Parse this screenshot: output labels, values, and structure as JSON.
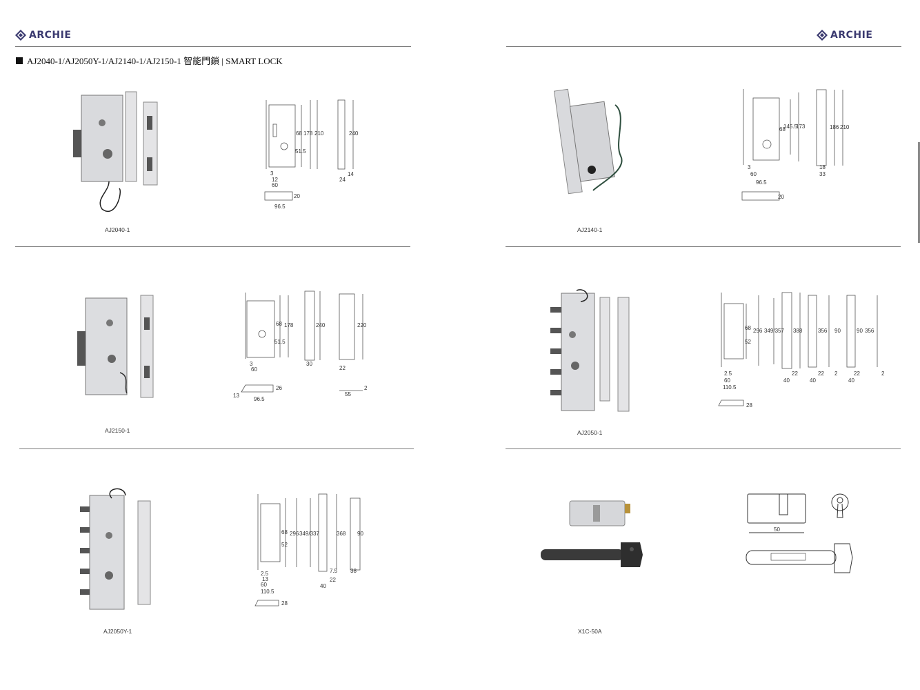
{
  "brand": {
    "name": "ARCHIE",
    "color": "#3b3a70"
  },
  "header": {
    "title": "AJ2040-1/AJ2050Y-1/AJ2140-1/AJ2150-1 智能門鎖 | SMART LOCK"
  },
  "products": [
    {
      "caption": "AJ2040-1",
      "icon": "mortise-lock-photo-icon",
      "dims": [
        "68",
        "178",
        "210",
        "240",
        "51.5",
        "3",
        "12",
        "60",
        "14",
        "24",
        "96.5",
        "20"
      ]
    },
    {
      "caption": "AJ2140-1",
      "icon": "mortise-lock-wired-photo-icon",
      "dims": [
        "68",
        "145.5",
        "173",
        "186",
        "210",
        "3",
        "60",
        "18",
        "33",
        "96.5",
        "20"
      ]
    },
    {
      "caption": "AJ2150-1",
      "icon": "mortise-lock-photo-icon",
      "dims": [
        "68",
        "178",
        "240",
        "220",
        "51.5",
        "3",
        "60",
        "30",
        "22",
        "26",
        "13",
        "96.5",
        "55",
        "2"
      ]
    },
    {
      "caption": "AJ2050-1",
      "icon": "multipoint-lock-photo-icon",
      "dims": [
        "68",
        "296",
        "349/357",
        "388",
        "356",
        "90",
        "90",
        "356",
        "52",
        "2.5",
        "60",
        "110.5",
        "22",
        "22",
        "2",
        "22",
        "2",
        "40",
        "40",
        "40",
        "28"
      ]
    },
    {
      "caption": "AJ2050Y-1",
      "icon": "multipoint-lock-photo-icon",
      "dims": [
        "68",
        "296",
        "349/337",
        "368",
        "90",
        "52",
        "2.5",
        "13",
        "60",
        "110.5",
        "7.5",
        "22",
        "38",
        "40",
        "28"
      ]
    },
    {
      "caption": "X1C-50A",
      "icon": "cylinder-photo-icon",
      "dims": [
        "50"
      ]
    }
  ]
}
